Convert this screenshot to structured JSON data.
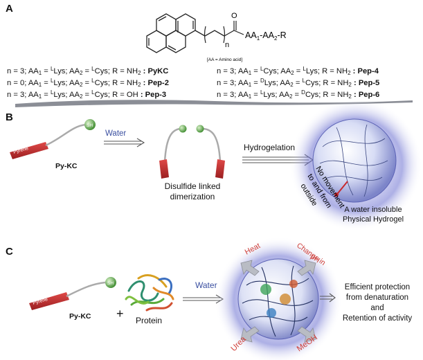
{
  "panels": {
    "a": "A",
    "b": "B",
    "c": "C"
  },
  "structure": {
    "n_label": "n",
    "carbonyl_o": "O",
    "chain": "AA",
    "chain_1": "1",
    "chain_2": "-AA",
    "chain_3": "2",
    "chain_4": "-R",
    "note": "[AA = Amino acid]"
  },
  "table": {
    "left": [
      {
        "n": "n = 3;",
        "aa1_stereo": "L",
        "aa1_res": "Lys;",
        "aa2_stereo": "L",
        "aa2_res": "Cys;",
        "r": "R = NH",
        "r_sub": "2",
        "name": ": PyKC"
      },
      {
        "n": "n = 0;",
        "aa1_stereo": "L",
        "aa1_res": "Lys;",
        "aa2_stereo": "L",
        "aa2_res": "Cys;",
        "r": "R = NH",
        "r_sub": "2",
        "name": ": Pep-2"
      },
      {
        "n": "n = 3;",
        "aa1_stereo": "L",
        "aa1_res": "Lys;",
        "aa2_stereo": "L",
        "aa2_res": "Cys;",
        "r": "R = OH",
        "r_sub": "",
        "name": ": Pep-3"
      }
    ],
    "right": [
      {
        "n": "n = 3;",
        "aa1_stereo": "L",
        "aa1_res": "Cys;",
        "aa2_stereo": "L",
        "aa2_res": "Lys;",
        "r": "R = NH",
        "r_sub": "2",
        "name": ": Pep-4"
      },
      {
        "n": "n = 3;",
        "aa1_stereo": "D",
        "aa1_res": "Lys;",
        "aa2_stereo": "L",
        "aa2_res": "Cys;",
        "r": "R = NH",
        "r_sub": "2",
        "name": ": Pep-5"
      },
      {
        "n": "n = 3;",
        "aa1_stereo": "L",
        "aa1_res": "Lys;",
        "aa2_stereo": "D",
        "aa2_res": "Cys;",
        "r": "R = NH",
        "r_sub": "2",
        "name": ": Pep-6"
      }
    ],
    "aa1": "AA",
    "aa1_sub": "1",
    "aa2": "AA",
    "aa2_sub": "2",
    "eq": " = "
  },
  "b": {
    "pyrene": "Pyrene",
    "sh": "SH",
    "pykc": "Py-KC",
    "water": "Water",
    "dimer_line1": "Disulfide linked",
    "dimer_line2": "dimerization",
    "hydrogelation": "Hydrogelation",
    "no_move_1": "No movement",
    "no_move_2": "to and from",
    "no_move_3": "outside",
    "gel_line1": "A water insoluble",
    "gel_line2": "Physical Hydrogel"
  },
  "c": {
    "pyrene": "Pyrene",
    "sh": "SH",
    "pykc": "Py-KC",
    "plus": "+",
    "protein": "Protein",
    "water": "Water",
    "heat": "Heat",
    "change_1": "Change in",
    "change_2": "pH",
    "urea": "Urea",
    "meoh": "MeOH",
    "result_1": "Efficient protection",
    "result_2": "from denaturation",
    "result_3": "and",
    "result_4": "Retention of activity"
  },
  "colors": {
    "pyrene_red": "#c8282c",
    "sh_green": "#4aa23a",
    "water_blue": "#3a4fa0",
    "stimulus_red": "#d0403a",
    "glow": "#3b3fae"
  }
}
